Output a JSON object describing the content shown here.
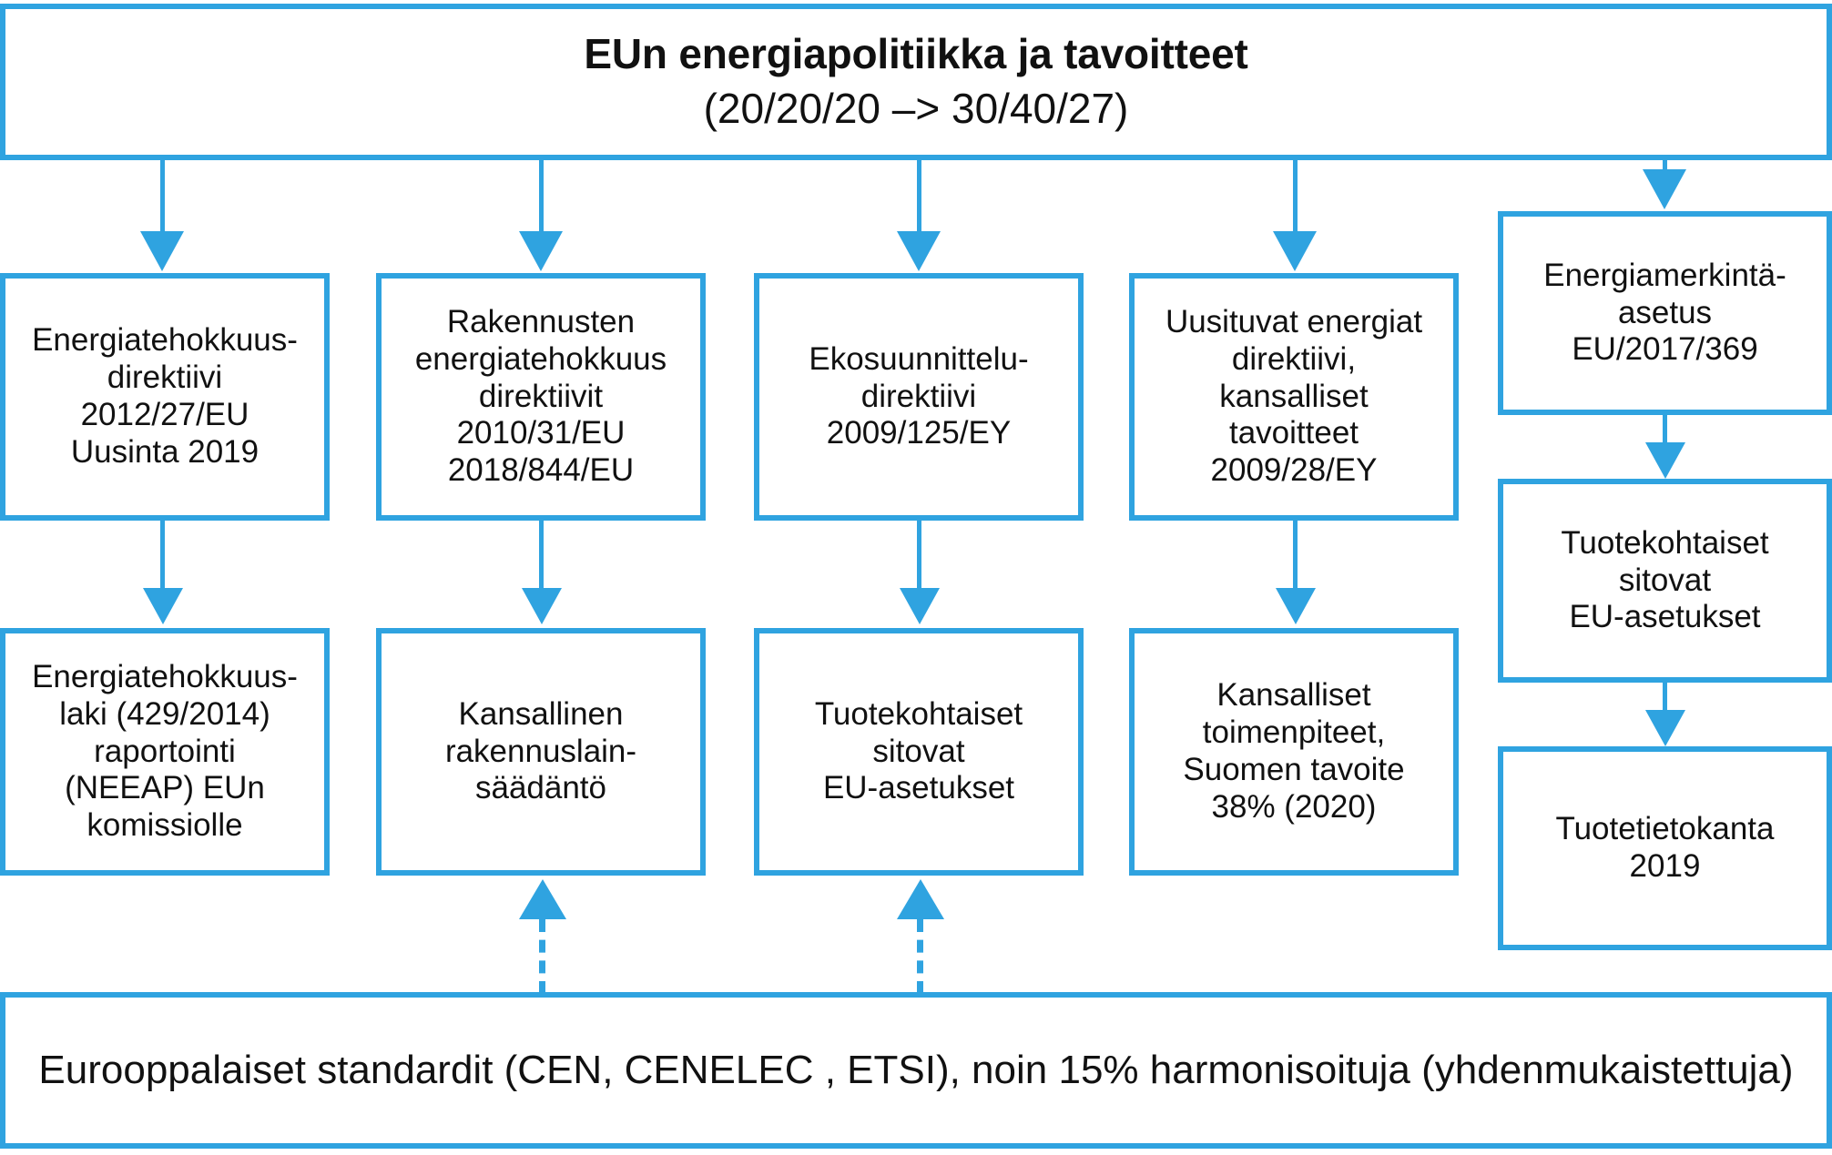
{
  "diagram": {
    "accent_color": "#2FA3E0",
    "text_color": "#111111",
    "header": {
      "title": "EUn energiapolitiikka ja tavoitteet",
      "subtitle": "(20/20/20 –> 30/40/27)"
    },
    "row1": [
      {
        "id": "energiatehokkuusdirektiivi",
        "text": "Energiatehokkuus-\ndirektiivi\n2012/27/EU\nUusinta 2019"
      },
      {
        "id": "rakennusten-energiatehokkuus",
        "text": "Rakennusten\nenergiatehokkuus\ndirektiivit\n2010/31/EU\n2018/844/EU"
      },
      {
        "id": "ekosuunnitteludirektiivi",
        "text": "Ekosuunnittelu-\ndirektiivi\n2009/125/EY"
      },
      {
        "id": "uusiutuvat-energiat",
        "text": "Uusituvat energiat\ndirektiivi,\nkansalliset\ntavoitteet\n2009/28/EY"
      }
    ],
    "row2": [
      {
        "id": "energiatehokkuuslaki",
        "text": "Energiatehokkuus-\nlaki (429/2014)\nraportointi\n(NEEAP) EUn\nkomissiolle"
      },
      {
        "id": "kansallinen-rakennuslainsaadanto",
        "text": "Kansallinen\nrakennuslain-\nsäädäntö"
      },
      {
        "id": "tuotekohtaiset-eu-asetukset",
        "text": "Tuotekohtaiset\nsitovat\nEU-asetukset"
      },
      {
        "id": "kansalliset-toimenpiteet",
        "text": "Kansalliset\ntoimenpiteet,\nSuomen tavoite\n38% (2020)"
      }
    ],
    "right_column": [
      {
        "id": "energiamerkintaasetus",
        "text": "Energiamerkintä-\nasetus\nEU/2017/369"
      },
      {
        "id": "tuotekohtaiset-sitovat-eu-asetukset",
        "text": "Tuotekohtaiset\nsitovat\nEU-asetukset"
      },
      {
        "id": "tuotetietokanta",
        "text": "Tuotetietokanta\n2019"
      }
    ],
    "banner": {
      "text": "Eurooppalaiset standardit (CEN, CENELEC , ETSI), noin 15% harmonisoituja (yhdenmukaistettuja)"
    }
  }
}
